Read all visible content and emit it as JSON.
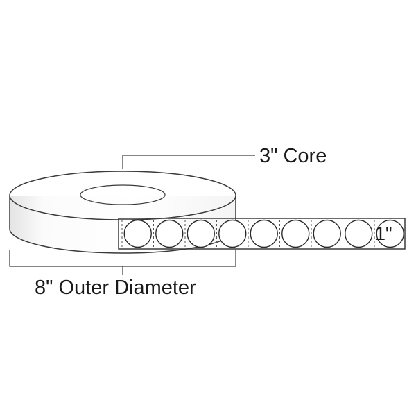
{
  "labels": {
    "core": "3\" Core",
    "outer_diameter": "8\" Outer Diameter",
    "label_size": "1\""
  },
  "strip": {
    "label_count": 9,
    "shape": "circle"
  },
  "colors": {
    "line": "#3a3a3a",
    "roll_side_light": "#ffffff",
    "roll_side_shade": "#d4d4d4",
    "core_fill": "#ececec",
    "background": "#ffffff"
  }
}
